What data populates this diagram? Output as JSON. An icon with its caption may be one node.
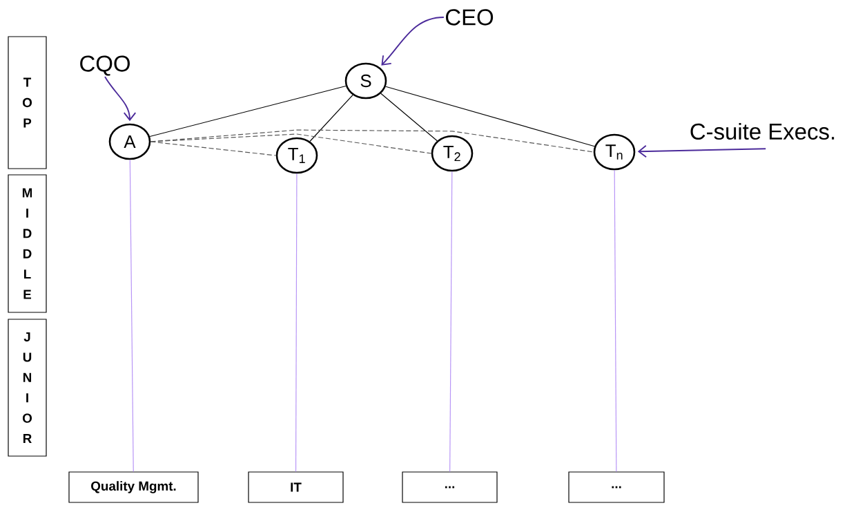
{
  "diagram": {
    "nodes": [
      {
        "text": [
          "T O P"
        ]
      },
      {
        "text": [
          "M I D D L E"
        ]
      },
      {
        "text": [
          "J U N I O R"
        ]
      },
      {
        "text": [
          "CEO"
        ]
      },
      {
        "text": [
          "CQO"
        ]
      },
      {
        "text": [
          "C-suite Execs."
        ]
      },
      {
        "text": [
          "S"
        ]
      },
      {
        "text": [
          "A"
        ]
      },
      {
        "text": [
          "T$_{1}$"
        ]
      },
      {
        "text": [
          "T$_{2}$"
        ]
      },
      {
        "text": [
          "T$_{n}$"
        ]
      },
      {
        "text": [
          "Quality Mgmt."
        ]
      },
      {
        "text": [
          "IT"
        ]
      },
      {
        "text": [
          "..."
        ]
      },
      {
        "text": [
          "..."
        ]
      }
    ],
    "edges": [
      {
        "from": 3,
        "to": 6,
        "arrow": "to",
        "color": "#4b2a9a"
      },
      {
        "from": 4,
        "to": 7,
        "arrow": "to",
        "color": "#4b2a9a"
      },
      {
        "from": 5,
        "to": 10,
        "arrow": "to",
        "color": "#4b2a9a"
      },
      {
        "from": 6,
        "to": 7,
        "arrow": "none"
      },
      {
        "from": 6,
        "to": 8,
        "arrow": "none"
      },
      {
        "from": 6,
        "to": 9,
        "arrow": "none"
      },
      {
        "from": 6,
        "to": 10,
        "arrow": "none"
      },
      {
        "from": 7,
        "to": 8,
        "arrow": "none",
        "style": "dashed",
        "color": "#555555"
      },
      {
        "from": 7,
        "to": 9,
        "arrow": "none",
        "style": "dashed",
        "color": "#555555"
      },
      {
        "from": 7,
        "to": 10,
        "arrow": "none",
        "style": "dashed",
        "color": "#555555"
      },
      {
        "from": 7,
        "to": 11,
        "arrow": "none",
        "color": "#b794f6"
      },
      {
        "from": 8,
        "to": 12,
        "arrow": "none",
        "color": "#b794f6"
      },
      {
        "from": 9,
        "to": 13,
        "arrow": "none",
        "color": "#b794f6"
      },
      {
        "from": 10,
        "to": 14,
        "arrow": "none",
        "color": "#b794f6"
      }
    ]
  }
}
